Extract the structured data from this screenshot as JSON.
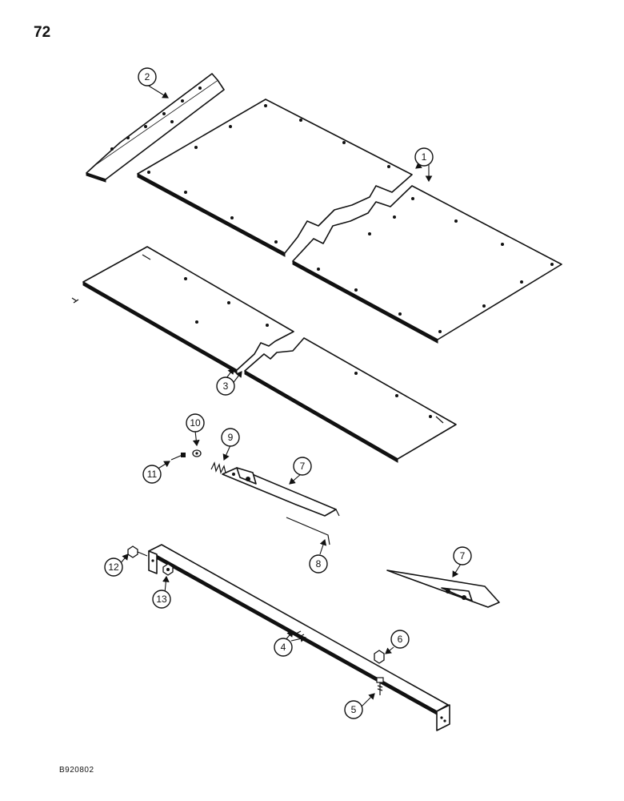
{
  "page_number": "72",
  "figure_code": "B920802",
  "callouts": [
    {
      "id": "c1",
      "label": "1"
    },
    {
      "id": "c2",
      "label": "2"
    },
    {
      "id": "c3",
      "label": "3"
    },
    {
      "id": "c4",
      "label": "4"
    },
    {
      "id": "c5",
      "label": "5"
    },
    {
      "id": "c6",
      "label": "6"
    },
    {
      "id": "c7a",
      "label": "7"
    },
    {
      "id": "c7b",
      "label": "7"
    },
    {
      "id": "c8",
      "label": "8"
    },
    {
      "id": "c9",
      "label": "9"
    },
    {
      "id": "c10",
      "label": "10"
    },
    {
      "id": "c11",
      "label": "11"
    },
    {
      "id": "c12",
      "label": "12"
    },
    {
      "id": "c13",
      "label": "13"
    }
  ]
}
